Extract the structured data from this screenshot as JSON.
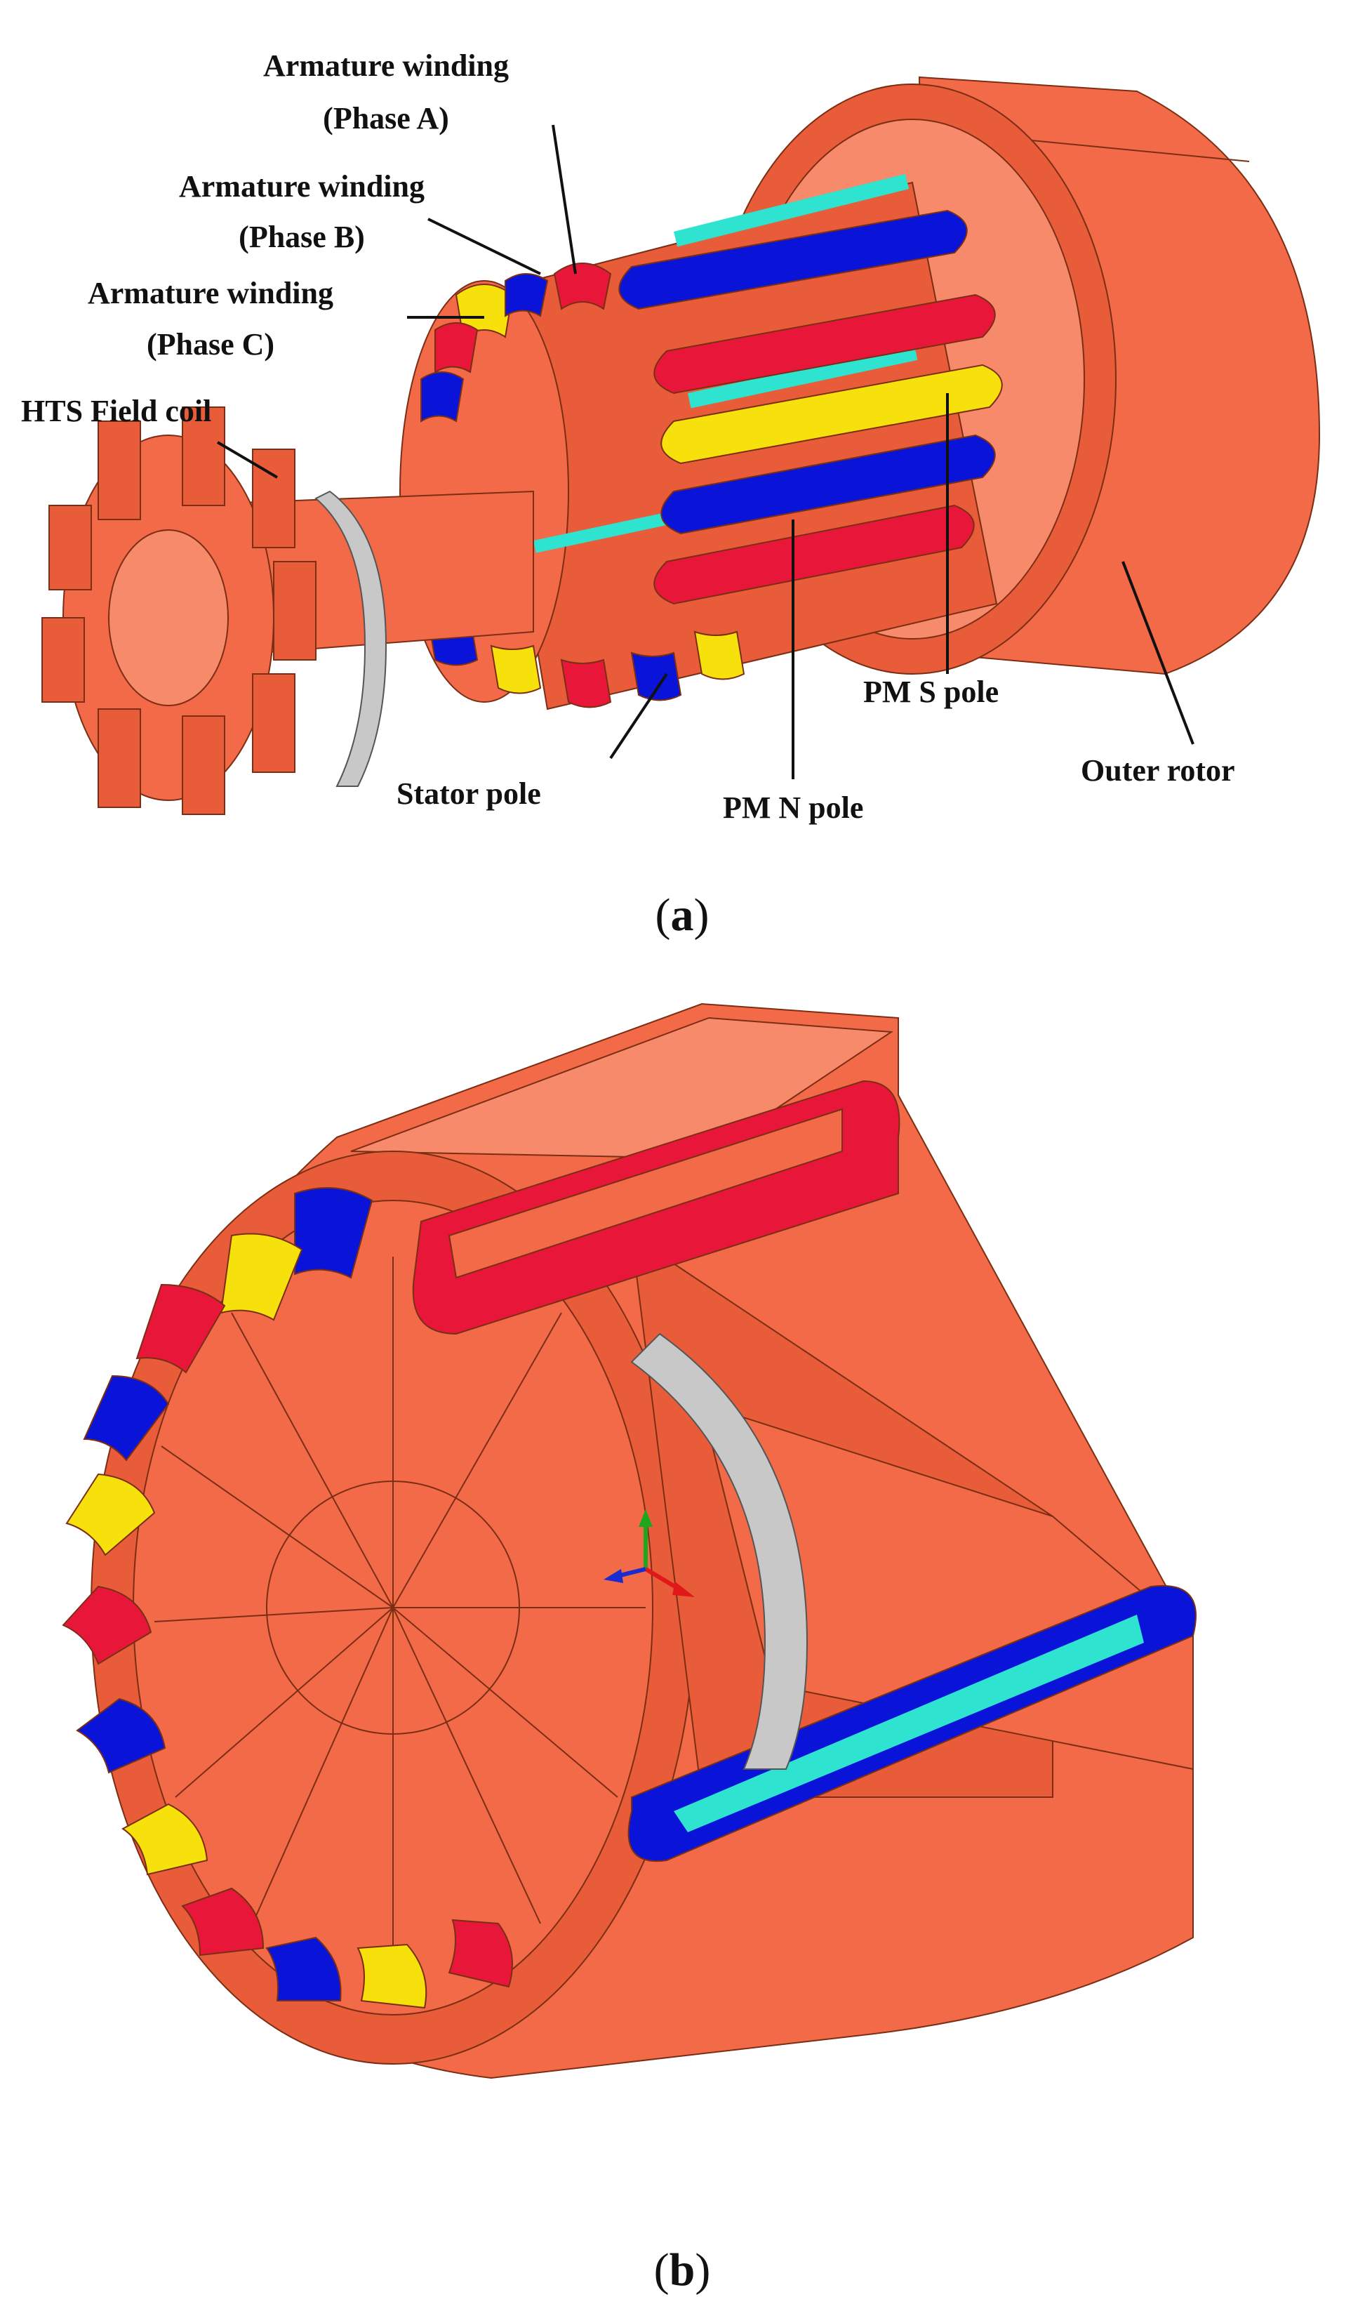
{
  "colors": {
    "iron": "#F26A48",
    "iron_dark": "#C84A2C",
    "iron_light": "#F78A6A",
    "phase_a": "#E8173A",
    "phase_b": "#0A14D8",
    "phase_c": "#F6E10C",
    "pm": "#2EE3CF",
    "hts": "#C8C8C8",
    "text": "#111111"
  },
  "panel_a": {
    "caption_open": "(",
    "caption_letter": "a",
    "caption_close": ")",
    "labels": {
      "armature_a_line1": "Armature winding",
      "armature_a_line2": "(Phase A)",
      "armature_b_line1": "Armature winding",
      "armature_b_line2": "(Phase B)",
      "armature_c_line1": "Armature winding",
      "armature_c_line2": "(Phase C)",
      "hts_field_coil": "HTS Field coil",
      "stator_pole": "Stator pole",
      "pm_n_pole": "PM N pole",
      "pm_s_pole": "PM S pole",
      "outer_rotor": "Outer rotor"
    }
  },
  "panel_b": {
    "caption_open": "(",
    "caption_letter": "b",
    "caption_close": ")"
  }
}
